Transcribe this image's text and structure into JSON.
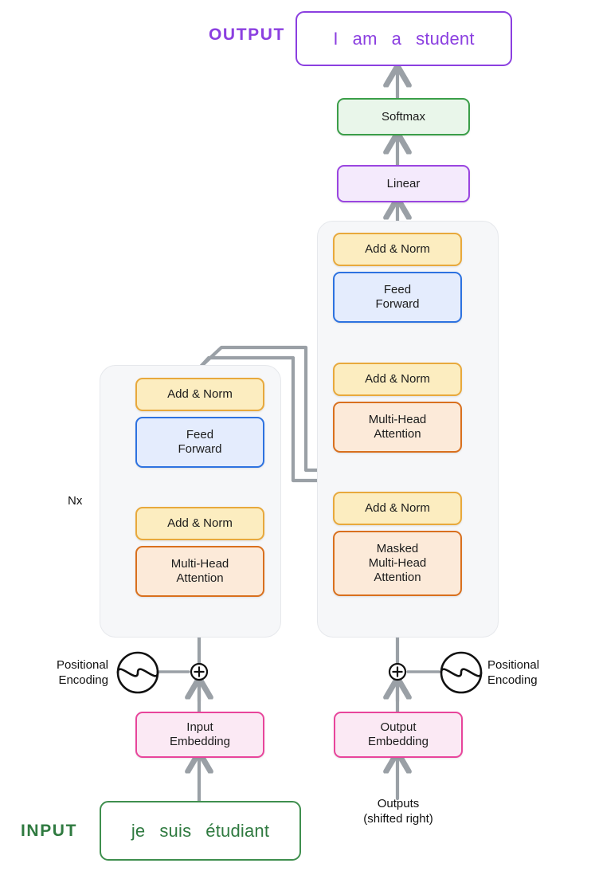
{
  "diagram": {
    "title": "Transformer encoder-decoder architecture",
    "colors": {
      "add_norm_fill": "#fcedc0",
      "add_norm_border": "#e8a93c",
      "feed_forward_fill": "#e4ecfd",
      "feed_forward_border": "#2d72e0",
      "attention_fill": "#fcead9",
      "attention_border": "#d9701e",
      "embedding_fill": "#fbe9f4",
      "embedding_border": "#e8459b",
      "linear_fill": "#f4eafc",
      "linear_border": "#9a45e0",
      "softmax_fill": "#e9f6ea",
      "softmax_border": "#3a9e48",
      "output_text": "#8b3fe0",
      "input_text": "#2f7a40",
      "arrow": "#9aa0a6",
      "stack_panel": "#f6f7f9"
    }
  },
  "output": {
    "banner_label": "OUTPUT",
    "tokens": [
      "I",
      "am",
      "a",
      "student"
    ]
  },
  "input": {
    "banner_label": "INPUT",
    "tokens": [
      "je",
      "suis",
      "étudiant"
    ]
  },
  "decoder_head": {
    "softmax_label": "Softmax",
    "linear_label": "Linear"
  },
  "encoder": {
    "repeat_label": "Nx",
    "blocks": [
      {
        "name": "add-norm-top",
        "label": "Add & Norm"
      },
      {
        "name": "feed-forward",
        "label": "Feed\nForward"
      },
      {
        "name": "add-norm-bottom",
        "label": "Add & Norm"
      },
      {
        "name": "multi-head-attention",
        "label": "Multi-Head\nAttention"
      }
    ]
  },
  "decoder": {
    "blocks": [
      {
        "name": "add-norm-top",
        "label": "Add & Norm"
      },
      {
        "name": "feed-forward",
        "label": "Feed\nForward"
      },
      {
        "name": "add-norm-middle",
        "label": "Add & Norm"
      },
      {
        "name": "cross-attention",
        "label": "Multi-Head\nAttention"
      },
      {
        "name": "add-norm-bottom",
        "label": "Add & Norm"
      },
      {
        "name": "masked-attention",
        "label": "Masked\nMulti-Head\nAttention"
      }
    ]
  },
  "embeddings": {
    "input_label": "Input\nEmbedding",
    "output_label": "Output\nEmbedding"
  },
  "positional": {
    "left_label": "Positional\nEncoding",
    "right_label": "Positional\nEncoding",
    "icon": "sine-wave-circle-icon",
    "sum_icon": "circled-plus-icon"
  },
  "shifted_outputs": {
    "label": "Outputs\n(shifted right)"
  }
}
